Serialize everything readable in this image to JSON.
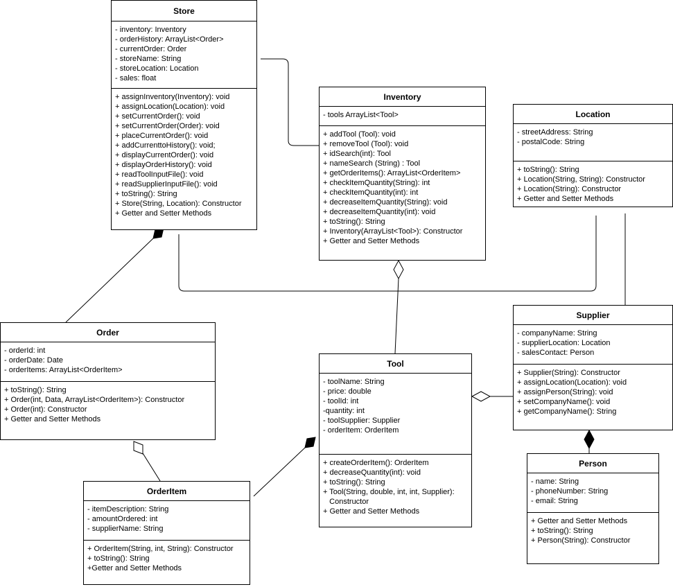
{
  "classes": {
    "store": {
      "name": "Store",
      "attributes": [
        "- inventory: Inventory",
        "- orderHistory: ArrayList<Order>",
        "- currentOrder: Order",
        "- storeName: String",
        "- storeLocation: Location",
        "- sales: float"
      ],
      "methods": [
        "+ assignInventory(Inventory): void",
        "+ assignLocation(Location): void",
        "+ setCurrentOrder(): void",
        "+ setCurrentOrder(Order): void",
        "+ placeCurrentOrder(): void",
        "+ addCurrenttoHistory(): void;",
        "+ displayCurrentOrder(): void",
        "+ displayOrderHistory(): void",
        "+ readToolInputFile(): void",
        "+ readSupplierInputFile(): void",
        "+ toString(): String",
        "+ Store(String, Location): Constructor",
        "+ Getter and Setter Methods"
      ]
    },
    "inventory": {
      "name": "Inventory",
      "attributes": [
        "- tools ArrayList<Tool>"
      ],
      "methods": [
        "+ addTool (Tool): void",
        "+ removeTool (Tool): void",
        "+ idSearch(int): Tool",
        "+ nameSearch (String) : Tool",
        "+ getOrderItems(): ArrayList<OrderItem>",
        "+ checkItemQuantity(String): int",
        "+ checkItemQuantity(int): int",
        "+ decreaseItemQuantity(String): void",
        "+ decreaseItemQuantity(int): void",
        "+ toString(): String",
        "+ Inventory(ArrayList<Tool>): Constructor",
        "+ Getter and Setter Methods"
      ]
    },
    "location": {
      "name": "Location",
      "attributes": [
        "- streetAddress: String",
        "- postalCode: String"
      ],
      "methods": [
        "+ toString(): String",
        "+ Location(String, String): Constructor",
        "+ Location(String): Constructor",
        "+ Getter and Setter Methods"
      ]
    },
    "supplier": {
      "name": "Supplier",
      "attributes": [
        "- companyName: String",
        "- supplierLocation: Location",
        "- salesContact: Person"
      ],
      "methods": [
        "+ Supplier(String): Constructor",
        "+ assignLocation(Location): void",
        "+ assignPerson(String): void",
        "+ setCompanyName(): void",
        "+ getCompanyName(): String"
      ]
    },
    "order": {
      "name": "Order",
      "attributes": [
        "- orderId: int",
        "- orderDate: Date",
        "- orderItems: ArrayList<OrderItem>"
      ],
      "methods": [
        "+ toString(): String",
        "+ Order(int, Data, ArrayList<OrderItem>): Constructor",
        "+ Order(int): Constructor",
        "+ Getter and Setter Methods"
      ]
    },
    "tool": {
      "name": "Tool",
      "attributes": [
        "- toolName: String",
        "- price: double",
        "- toolId: int",
        "-quantity: int",
        "- toolSupplier: Supplier",
        "- orderItem: OrderItem"
      ],
      "methods": [
        "+ createOrderItem(): OrderItem",
        "+ decreaseQuantity(int): void",
        "+ toString(): String",
        "+ Tool(String, double, int, int, Supplier):",
        "   Constructor",
        "+ Getter and Setter Methods"
      ]
    },
    "person": {
      "name": "Person",
      "attributes": [
        "- name: String",
        "- phoneNumber: String",
        "- email: String"
      ],
      "methods": [
        "+ Getter and Setter Methods",
        "+ toString(): String",
        "+ Person(String): Constructor"
      ]
    },
    "orderitem": {
      "name": "OrderItem",
      "attributes": [
        "- itemDescription: String",
        "- amountOrdered: int",
        "- supplierName: String"
      ],
      "methods": [
        "+ OrderItem(String, int, String): Constructor",
        "+ toString(): String",
        "+Getter and Setter Methods"
      ]
    }
  },
  "relationships": [
    {
      "id": "store-inventory",
      "type": "association"
    },
    {
      "id": "store-location",
      "type": "association"
    },
    {
      "id": "location-supplier",
      "type": "association"
    },
    {
      "id": "store-order",
      "type": "composition"
    },
    {
      "id": "inventory-tool",
      "type": "aggregation"
    },
    {
      "id": "tool-supplier",
      "type": "aggregation"
    },
    {
      "id": "supplier-person",
      "type": "composition"
    },
    {
      "id": "order-orderitem",
      "type": "aggregation"
    },
    {
      "id": "tool-orderitem",
      "type": "composition"
    }
  ]
}
